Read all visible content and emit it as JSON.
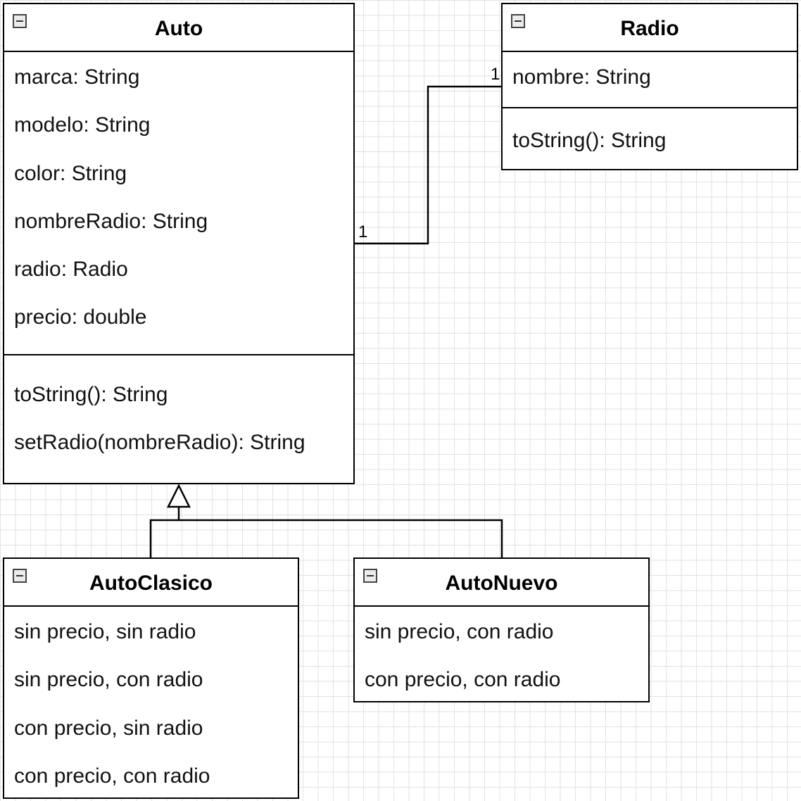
{
  "classes": {
    "auto": {
      "name": "Auto",
      "attributes": [
        "marca: String",
        "modelo: String",
        "color: String",
        "nombreRadio: String",
        "radio: Radio",
        "precio: double"
      ],
      "methods": [
        "toString(): String",
        "setRadio(nombreRadio): String"
      ]
    },
    "radio": {
      "name": "Radio",
      "attributes": [
        "nombre: String"
      ],
      "methods": [
        "toString(): String"
      ]
    },
    "auto_clasico": {
      "name": "AutoClasico",
      "attributes": [
        "sin precio, sin radio",
        "sin precio, con radio",
        "con precio, sin radio",
        "con precio, con radio"
      ]
    },
    "auto_nuevo": {
      "name": "AutoNuevo",
      "attributes": [
        "sin precio, con radio",
        "con precio, con radio"
      ]
    }
  },
  "relations": {
    "association": {
      "from": "Auto",
      "to": "Radio",
      "from_multiplicity": "1",
      "to_multiplicity": "1"
    },
    "generalization": {
      "parent": "Auto",
      "children": [
        "AutoClasico",
        "AutoNuevo"
      ]
    }
  },
  "colors": {
    "line": "#000000",
    "grid": "#e2e2e2",
    "toggle_fill": "#ececec"
  },
  "icons": {
    "collapse": "minus-square-icon"
  }
}
